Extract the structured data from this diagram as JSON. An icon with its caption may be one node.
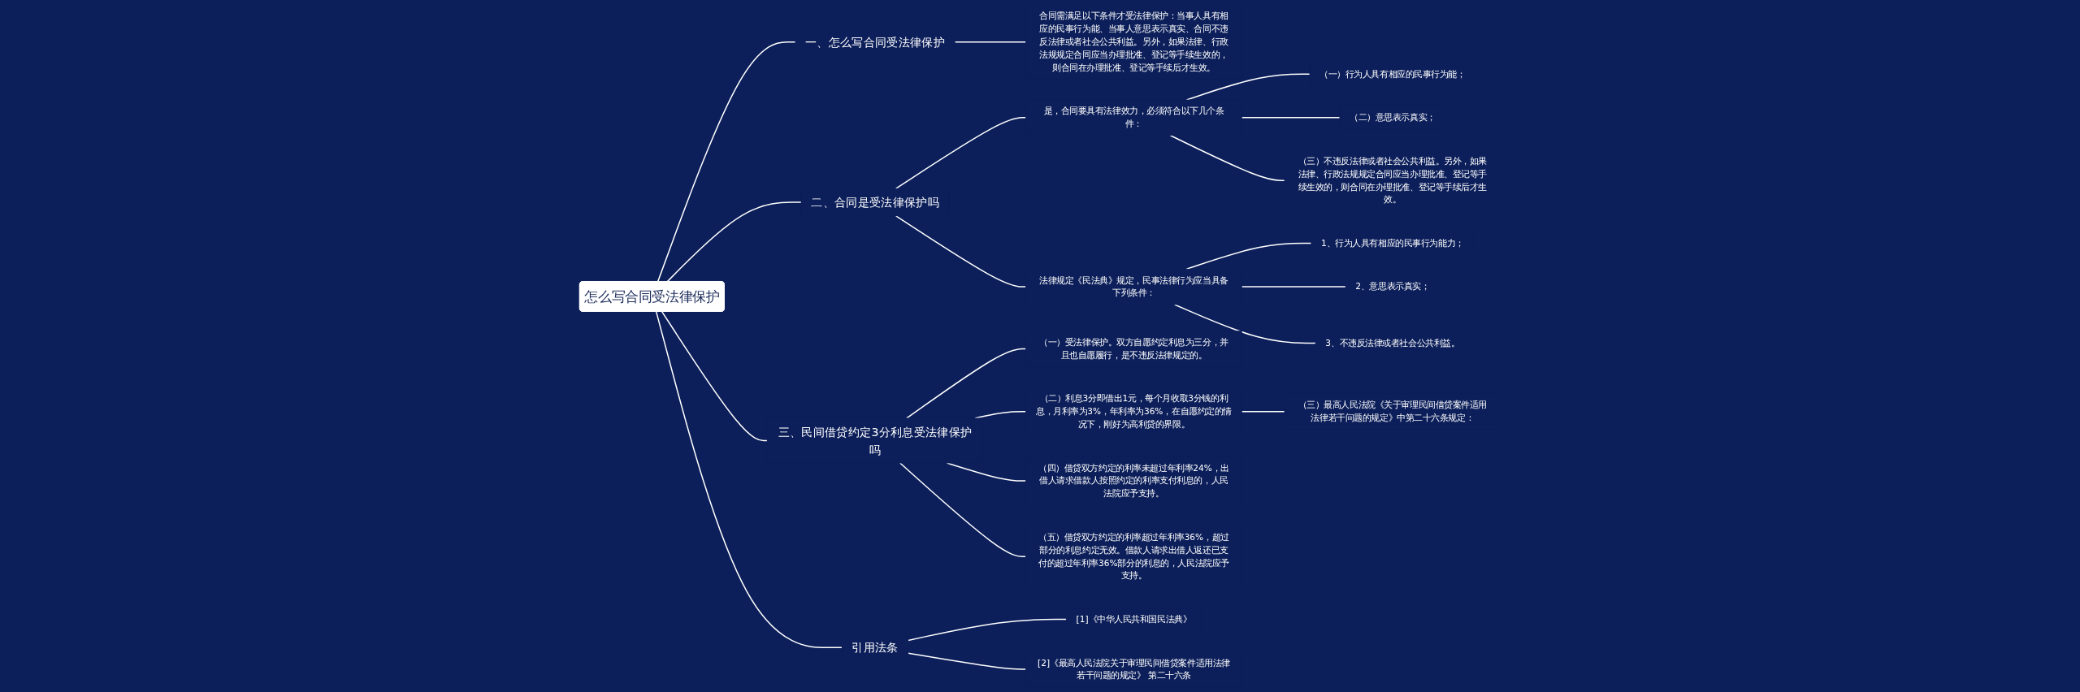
{
  "diagram": {
    "nodes": [
      {
        "text": [
          "怎么写合同受法律保护"
        ]
      },
      {
        "text": [
          "一、怎么写合同受法律保护"
        ]
      },
      {
        "text": [
          "合同需满足以下条件才受法律保护：当事人具有相应的民事行为能、当事人意思表示真实、合同不违反法律或者社会公共利益。另外，如果法律、行政法规规定合同应当办理批准、登记等手续生效的，则合同在办理批准、登记等手续后才生效。"
        ]
      },
      {
        "text": [
          "二、合同是受法律保护吗"
        ]
      },
      {
        "text": [
          "是，合同要具有法律效力，必须符合以下几个条件："
        ]
      },
      {
        "text": [
          "（一）行为人具有相应的民事行为能；"
        ]
      },
      {
        "text": [
          "（二）意思表示真实；"
        ]
      },
      {
        "text": [
          "（三）不违反法律或者社会公共利益。另外，如果法律、行政法规规定合同应当办理批准、登记等手续生效的，则合同在办理批准、登记等手续后才生效。"
        ]
      },
      {
        "text": [
          "法律规定《民法典》规定，民事法律行为应当具备下列条件："
        ]
      },
      {
        "text": [
          "1、行为人具有相应的民事行为能力；"
        ]
      },
      {
        "text": [
          "2、意思表示真实；"
        ]
      },
      {
        "text": [
          "3、不违反法律或者社会公共利益。"
        ]
      },
      {
        "text": [
          "三、民间借贷约定3分利息受法律保护吗"
        ]
      },
      {
        "text": [
          "（一）受法律保护。双方自愿约定利息为三分，并且也自愿履行，是不违反法律规定的。"
        ]
      },
      {
        "text": [
          "（二）利息3分即借出1元，每个月收取3分钱的利息，月利率为3%，年利率为36%，在自愿约定的情况下，刚好为高利贷的界限。"
        ]
      },
      {
        "text": [
          "（三）最高人民法院《关于审理民间借贷案件适用法律若干问题的规定》中第二十六条规定："
        ]
      },
      {
        "text": [
          "（四）借贷双方约定的利率未超过年利率24%，出借人请求借款人按照约定的利率支付利息的，人民法院应予支持。"
        ]
      },
      {
        "text": [
          "（五）借贷双方约定的利率超过年利率36%，超过部分的利息约定无效。借款人请求出借人返还已支付的超过年利率36%部分的利息的，人民法院应予支持。"
        ]
      },
      {
        "text": [
          "引用法条"
        ]
      },
      {
        "text": [
          "[1]《中华人民共和国民法典》"
        ]
      },
      {
        "text": [
          "[2]《最高人民法院关于审理民间借贷案件适用法律若干问题的规定》 第二十六条"
        ]
      }
    ],
    "edges": [
      {
        "from": 0,
        "to": 1,
        "arrow": "none"
      },
      {
        "from": 1,
        "to": 2,
        "arrow": "none"
      },
      {
        "from": 0,
        "to": 3,
        "arrow": "none"
      },
      {
        "from": 3,
        "to": 4,
        "arrow": "none"
      },
      {
        "from": 4,
        "to": 5,
        "arrow": "none"
      },
      {
        "from": 4,
        "to": 6,
        "arrow": "none"
      },
      {
        "from": 4,
        "to": 7,
        "arrow": "none"
      },
      {
        "from": 3,
        "to": 8,
        "arrow": "none"
      },
      {
        "from": 8,
        "to": 9,
        "arrow": "none"
      },
      {
        "from": 8,
        "to": 10,
        "arrow": "none"
      },
      {
        "from": 8,
        "to": 11,
        "arrow": "none"
      },
      {
        "from": 0,
        "to": 12,
        "arrow": "none"
      },
      {
        "from": 12,
        "to": 13,
        "arrow": "none"
      },
      {
        "from": 12,
        "to": 14,
        "arrow": "none"
      },
      {
        "from": 14,
        "to": 15,
        "arrow": "none"
      },
      {
        "from": 12,
        "to": 16,
        "arrow": "none"
      },
      {
        "from": 12,
        "to": 17,
        "arrow": "none"
      },
      {
        "from": 0,
        "to": 18,
        "arrow": "none"
      },
      {
        "from": 18,
        "to": 19,
        "arrow": "none"
      },
      {
        "from": 18,
        "to": 20,
        "arrow": "none"
      }
    ]
  }
}
